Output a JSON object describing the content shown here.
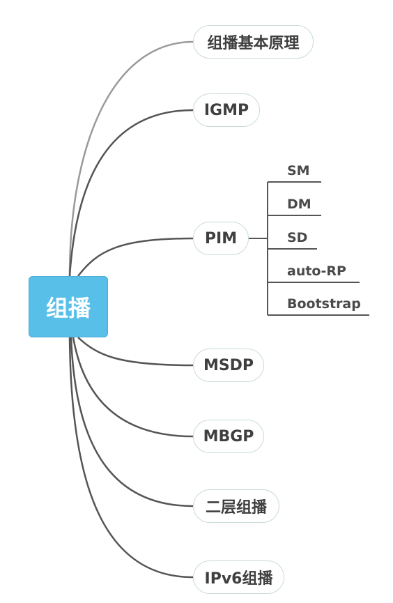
{
  "root": {
    "label": "组播"
  },
  "branches": [
    {
      "id": "principles",
      "label": "组播基本原理"
    },
    {
      "id": "igmp",
      "label": "IGMP"
    },
    {
      "id": "pim",
      "label": "PIM"
    },
    {
      "id": "msdp",
      "label": "MSDP"
    },
    {
      "id": "mbgp",
      "label": "MBGP"
    },
    {
      "id": "layer2",
      "label": "二层组播"
    },
    {
      "id": "ipv6",
      "label": "IPv6组播"
    }
  ],
  "pim_children": [
    {
      "id": "sm",
      "label": "SM"
    },
    {
      "id": "dm",
      "label": "DM"
    },
    {
      "id": "sd",
      "label": "SD"
    },
    {
      "id": "auto-rp",
      "label": "auto-RP"
    },
    {
      "id": "bootstrap",
      "label": "Bootstrap"
    }
  ],
  "colors": {
    "root_fill": "#58bfe9",
    "root_text": "#ffffff",
    "branch_border": "#c9dccf",
    "connector": "#555555",
    "connector_top": "#9a9a9a"
  }
}
